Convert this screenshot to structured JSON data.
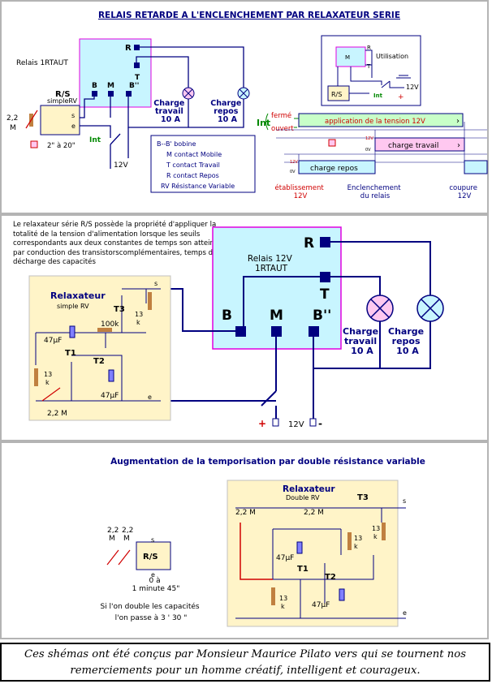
{
  "colors": {
    "wire": "#000080",
    "relay_fill": "#c8f5ff",
    "relay_border": "#e000e0",
    "component": "#000080",
    "red_wire": "#d00000",
    "green_text": "#008800",
    "pink": "#ffc8f0",
    "timeline_green": "#c8ffc8",
    "board": "#fff4c8",
    "resistor": "#c08040"
  },
  "section1": {
    "title": "RELAIS RETARDE A L'ENCLENCHEMENT PAR RELAXATEUR SERIE",
    "relay_label": "Relais 1RTAUT",
    "pins": {
      "R": "R",
      "T": "T",
      "B": "B",
      "M": "M",
      "Bpp": "B''"
    },
    "rs_title": "R/S",
    "rs_sub": "simpleRV",
    "rs_s": "s",
    "rs_e": "e",
    "pot_value": "2,2",
    "pot_unit": "M",
    "range_text": "2\" à 20\"",
    "int_label": "Int",
    "v12": "12V",
    "charge_travail": [
      "Charge",
      "travail",
      "10 A"
    ],
    "charge_repos": [
      "Charge",
      "repos",
      "10 A"
    ],
    "legend": [
      "B--B' bobine",
      "M contact Mobile",
      "T contact Travail",
      "R contact Repos",
      "RV  Résistance Variable"
    ],
    "mini": {
      "utilisation": "Utilisation",
      "M": "M",
      "T": "T",
      "R": "R",
      "rs": "R/S",
      "int": "Int",
      "v12": "12V",
      "plus": "+",
      "minus": "-"
    },
    "timeline": {
      "int": "Int",
      "ferme": "fermé",
      "ouvert": "ouvert",
      "app_tension": "application  de la tension 12V",
      "charge_travail": "charge travail",
      "charge_repos": "charge repos",
      "v12a": "12V",
      "v0a": "0V",
      "v12b": "12V",
      "v0b": "0V",
      "etab": [
        "établissement",
        "12V"
      ],
      "enclench": [
        "Enclenchement",
        "du relais"
      ],
      "coupure": [
        "coupure",
        "12V"
      ]
    }
  },
  "section2": {
    "paragraph": "Le relaxateur série R/S possède la propriété d'appliquer la totalité de la tension d'alimentation lorsque les seuils correspondants aux deux constantes de temps son atteints, par conduction des transistorscomplémentaires, temps de décharge des capacités",
    "relay_label": [
      "Relais 12V",
      "1RTAUT"
    ],
    "pins": {
      "R": "R",
      "T": "T",
      "B": "B",
      "M": "M",
      "Bpp": "B''"
    },
    "relax_title": "Relaxateur",
    "relax_sub": "simple RV",
    "t3": "T3",
    "t1": "T1",
    "t2": "T2",
    "c1": "47µF",
    "c2": "47µF",
    "r100": "100k",
    "r13a": "13",
    "r13b": "13",
    "k": "k",
    "pot": "2,2 M",
    "s": "s",
    "e": "e",
    "plus": "+",
    "v12": "12V",
    "minus": "-",
    "charge_travail": [
      "Charge",
      "travail",
      "10 A"
    ],
    "charge_repos": [
      "Charge",
      "repos",
      "10 A"
    ]
  },
  "section3": {
    "title": "Augmentation de la temporisation par double résistance variable",
    "pot_a": [
      "2,2",
      "M"
    ],
    "pot_b": [
      "2,2",
      "M"
    ],
    "rs": "R/S",
    "s": "s",
    "e": "e",
    "range": [
      "0 à",
      "1 minute 45\""
    ],
    "note": [
      "Si l'on double les capacités",
      "l'on passe à 3 ' 30 \""
    ],
    "relax_title": "Relaxateur",
    "relax_sub": "Double RV",
    "t3": "T3",
    "t1": "T1",
    "t2": "T2",
    "c1": "47µF",
    "c2": "47µF",
    "pot1": "2,2 M",
    "pot2": "2,2 M",
    "r13a": "13",
    "r13b": "13",
    "r13c": "13",
    "k": "k"
  },
  "caption": [
    "Ces shémas ont été conçus par Monsieur Maurice Pilato vers qui se tournent nos",
    "remerciements pour un homme créatif, intelligent et courageux."
  ]
}
